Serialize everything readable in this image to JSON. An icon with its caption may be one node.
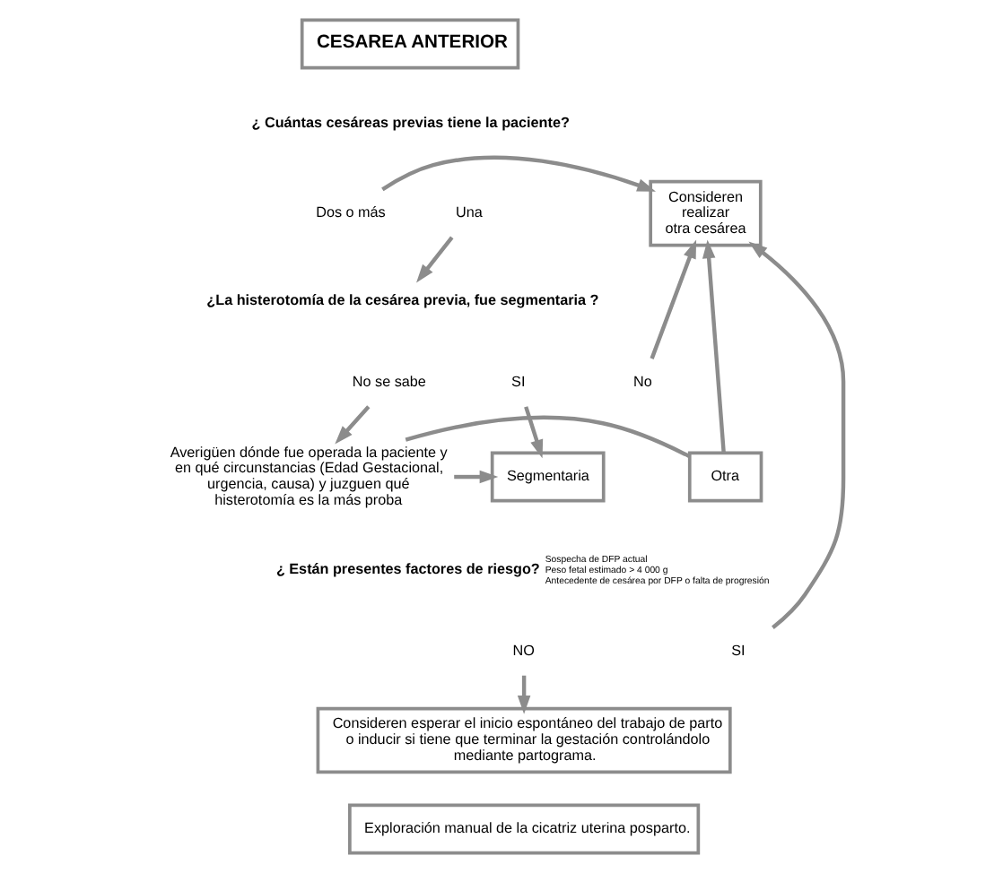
{
  "diagram": {
    "nodes": [
      {
        "text": [
          "CESAREA ANTERIOR"
        ]
      },
      {
        "text": [
          "¿ Cuántas cesáreas previas tiene la paciente?"
        ]
      },
      {
        "text": [
          "Una"
        ]
      },
      {
        "text": [
          "Dos o más"
        ]
      },
      {
        "text": [
          "Consideren realizar otra cesárea"
        ]
      },
      {
        "text": [
          "¿La histerotomía de la cesárea previa, fue segmentaria ?"
        ]
      },
      {
        "text": [
          "SI"
        ]
      },
      {
        "text": [
          "No se sabe"
        ]
      },
      {
        "text": [
          "No"
        ]
      },
      {
        "text": [
          "Segmentaria"
        ]
      },
      {
        "text": [
          "Averigüen dónde fue operada la paciente y en qué circunstancias (Edad Gestacional, urgencia, causa) y juzguen qué histerotomía es la más proba"
        ]
      },
      {
        "text": [
          "Otra"
        ]
      },
      {
        "text": [
          "¿ Están presentes factores de riesgo?"
        ],
        "beside": [
          "Sospecha de DFP actual",
          "Peso fetal estimado > 4 000 g",
          "Antecedente de cesárea por DFP o falta de progresión"
        ]
      },
      {
        "text": [
          "NO"
        ]
      },
      {
        "text": [
          "SI"
        ]
      },
      {
        "text": [
          "Consideren esperar el inicio espontáneo del trabajo de parto o inducir si tiene que terminar la gestación controlándolo mediante partograma."
        ]
      },
      {
        "text": [
          "Exploración manual de la cicatriz uterina posparto."
        ]
      }
    ],
    "edges": [
      {
        "from": 3,
        "to": 4,
        "arrow": "to"
      },
      {
        "from": 2,
        "to": 5,
        "arrow": "to"
      },
      {
        "from": 6,
        "to": 9,
        "arrow": "to"
      },
      {
        "from": 7,
        "to": 10,
        "arrow": "to"
      },
      {
        "from": 8,
        "to": 4,
        "arrow": "to"
      },
      {
        "from": 10,
        "to": 9,
        "arrow": "to"
      },
      {
        "from": 10,
        "to": 11,
        "arrow": "none"
      },
      {
        "from": 11,
        "to": 4,
        "arrow": "to"
      },
      {
        "from": 14,
        "to": 4,
        "arrow": "to"
      },
      {
        "from": 13,
        "to": 15,
        "arrow": "to"
      }
    ]
  }
}
